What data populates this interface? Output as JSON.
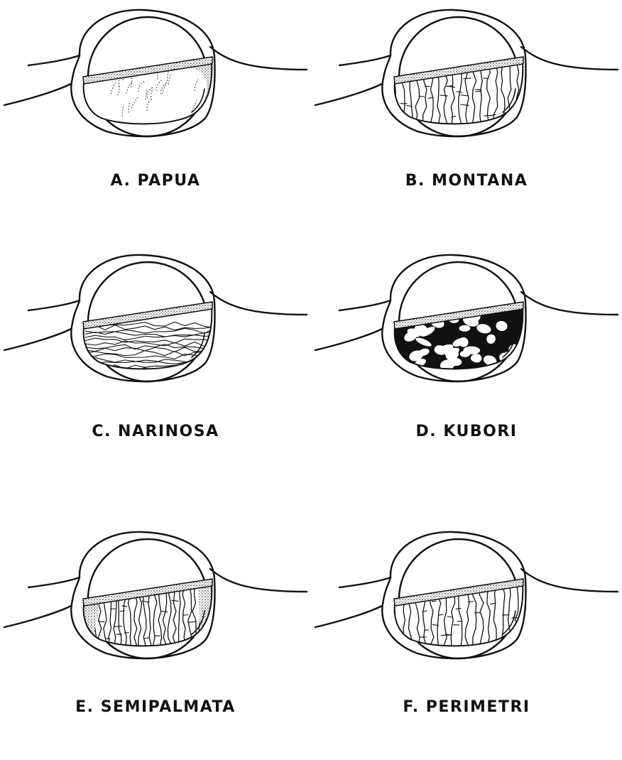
{
  "figure": {
    "panels": [
      {
        "id": "A",
        "label": "A. PAPUA",
        "pattern": "faint-lines"
      },
      {
        "id": "B",
        "label": "B. MONTANA",
        "pattern": "vertical-reticulate"
      },
      {
        "id": "C",
        "label": "C. NARINOSA",
        "pattern": "horizontal-reticulate"
      },
      {
        "id": "D",
        "label": "D. KUBORI",
        "pattern": "dark-blotched"
      },
      {
        "id": "E",
        "label": "E. SEMIPALMATA",
        "pattern": "dense-reticulate"
      },
      {
        "id": "F",
        "label": "F. PERIMETRI",
        "pattern": "vertical-reticulate"
      }
    ]
  }
}
